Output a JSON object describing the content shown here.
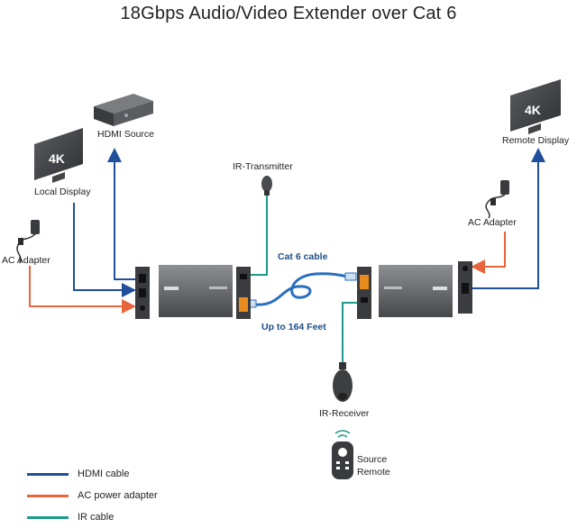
{
  "title": "18Gbps Audio/Video Extender over Cat 6",
  "labels": {
    "hdmi_source": "HDMI Source",
    "local_display": "Local Display",
    "ac_adapter_left": "AC Adapter",
    "ir_transmitter": "IR-Transmitter",
    "cat6_cable": "Cat 6 cable",
    "up_to_164": "Up to 164 Feet",
    "ac_adapter_right": "AC Adapter",
    "remote_display": "Remote Display",
    "ir_receiver": "IR-Receiver",
    "source_remote_line1": "Source",
    "source_remote_line2": "Remote",
    "tv_badge_local": "4K",
    "tv_badge_remote": "4K"
  },
  "legend": [
    {
      "label": "HDMI cable",
      "color": "#1f4e9a"
    },
    {
      "label": "AC power adapter",
      "color": "#e8643a"
    },
    {
      "label": "IR cable",
      "color": "#1e9a8a"
    }
  ],
  "colors": {
    "hdmi": "#1f4e9a",
    "power": "#e8643a",
    "ir": "#1e9a8a",
    "cat6": "#2a6fbf",
    "device": "#5e6064"
  }
}
